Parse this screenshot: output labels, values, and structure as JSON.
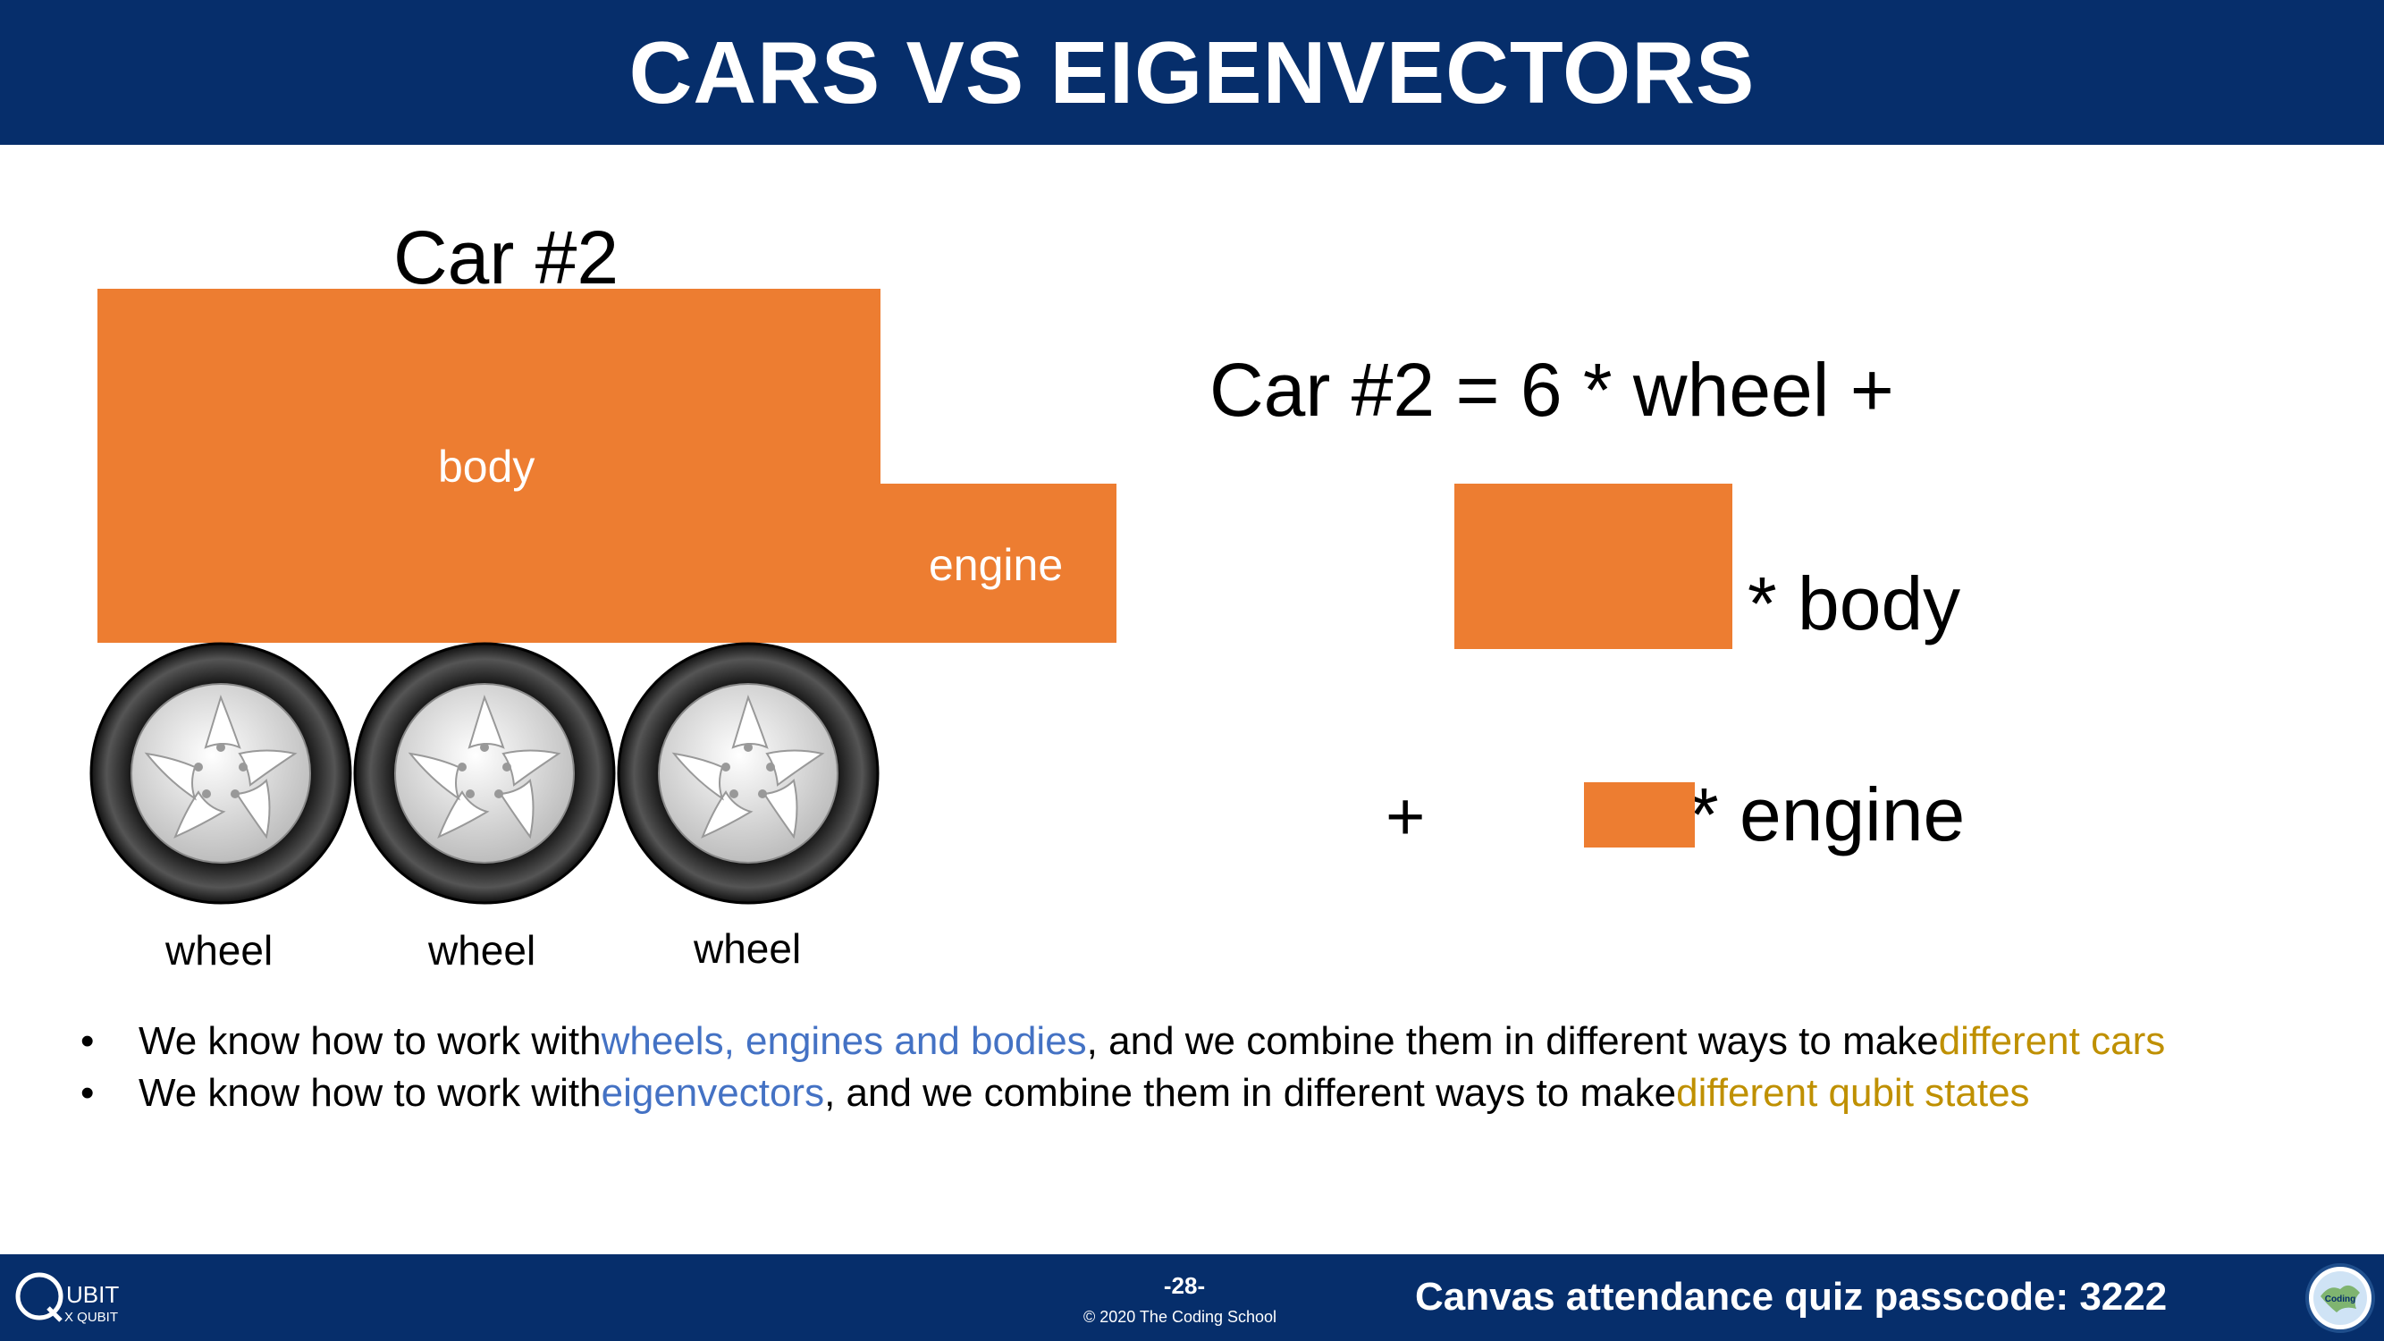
{
  "header": {
    "title": "CARS VS EIGENVECTORS"
  },
  "car": {
    "title": "Car #2",
    "body_label": "body",
    "engine_label": "engine",
    "wheels": [
      "wheel",
      "wheel",
      "wheel"
    ]
  },
  "equation": {
    "line1": "Car #2 = 6 * wheel +",
    "body_term": "* body",
    "plus": "+",
    "engine_term": "* engine"
  },
  "bullets": {
    "b1": {
      "p1": "We know how to work with ",
      "h1": "wheels, engines and bodies",
      "p2": ", and we combine them in different ways to make ",
      "h2": "different cars"
    },
    "b2": {
      "p1": "We know how to work with ",
      "h1": "eigenvectors",
      "p2": ", and we combine them in different ways to make ",
      "h2": "different qubit states"
    }
  },
  "footer": {
    "page": "-28-",
    "copyright": "© 2020 The Coding School",
    "passcode": "Canvas attendance quiz passcode: 3222",
    "logo_left_text": "QUBIT X QUBIT",
    "logo_right_text": "<Coding School>"
  },
  "colors": {
    "header": "#062e6b",
    "orange": "#ed7d31",
    "highlight_blue": "#4472c4",
    "highlight_gold": "#bf9000"
  }
}
